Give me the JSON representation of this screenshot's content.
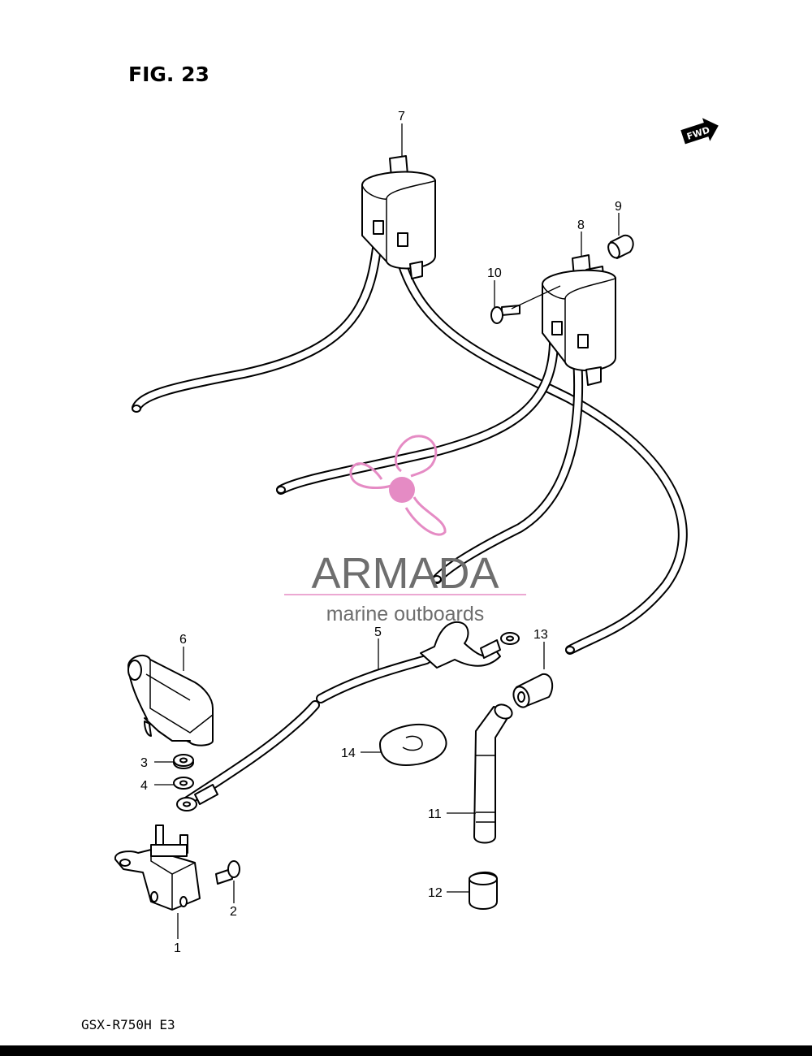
{
  "figure": {
    "title": "FIG. 23",
    "model_code": "GSX-R750H E3",
    "fwd_label": "FWD"
  },
  "callouts": [
    "1",
    "2",
    "3",
    "4",
    "5",
    "6",
    "7",
    "8",
    "9",
    "10",
    "11",
    "12",
    "13",
    "14"
  ],
  "watermark": {
    "brand": "ARMADA",
    "tagline": "marine outboards",
    "logo_icon": "propeller-icon",
    "color_pink": "#e58bc4",
    "color_gray": "#6e6e6e"
  }
}
